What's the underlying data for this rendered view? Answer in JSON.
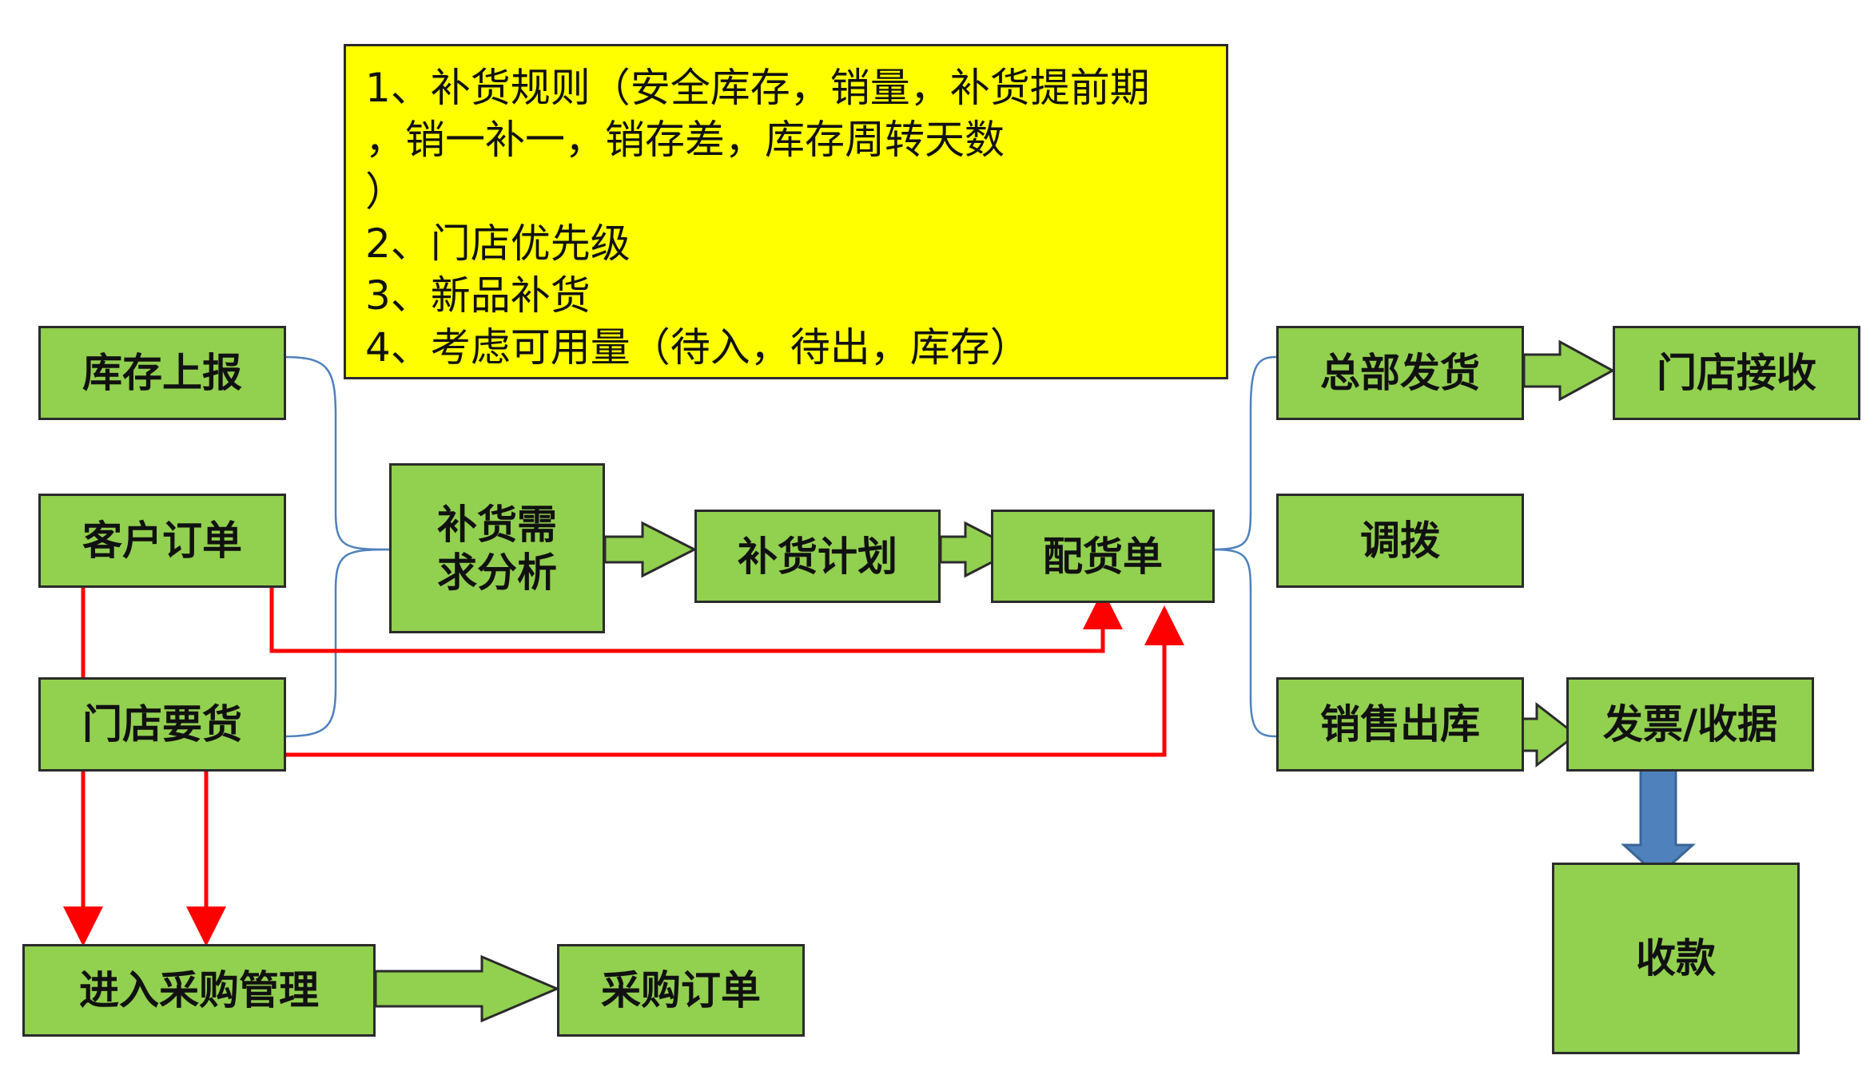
{
  "diagram": {
    "rules": {
      "lines": [
        "1、补货规则（安全库存，销量，补货提前期",
        "，销一补一，销存差，库存周转天数",
        "）",
        "2、门店优先级",
        "3、新品补货",
        "4、考虑可用量（待入，待出，库存）"
      ]
    },
    "nodes": {
      "inventory_report": "库存上报",
      "customer_order": "客户订单",
      "store_request": "门店要货",
      "demand_analysis_l1": "补货需",
      "demand_analysis_l2": "求分析",
      "replenish_plan": "补货计划",
      "distribution_order": "配货单",
      "hq_ship": "总部发货",
      "store_receive": "门店接收",
      "transfer": "调拨",
      "sales_outbound": "销售出库",
      "invoice_receipt": "发票/收据",
      "payment": "收款",
      "enter_purchase": "进入采购管理",
      "purchase_order": "采购订单"
    },
    "colors": {
      "node_fill": "#92d050",
      "note_fill": "#ffff00",
      "connector": "#4f81bd",
      "red_arrow": "#ff0000",
      "blue_arrow": "#4f81bd",
      "outline": "#2b2b2b"
    }
  }
}
